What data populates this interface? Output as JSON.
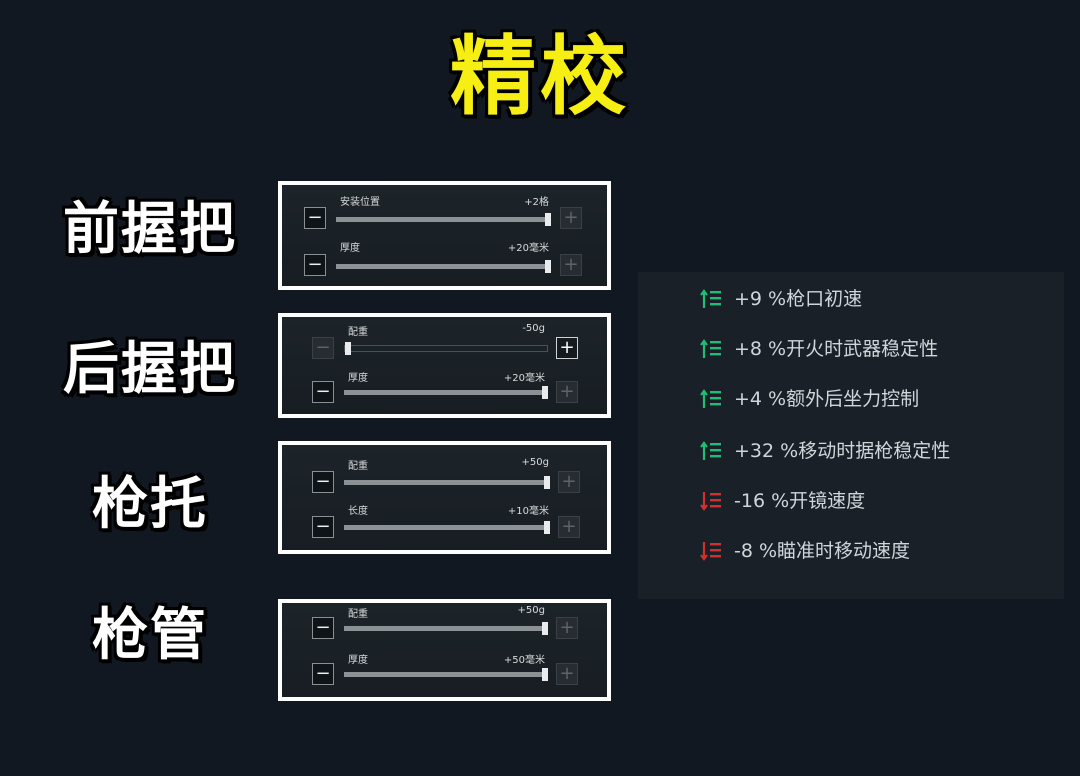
{
  "title": "精校",
  "colors": {
    "title": "#f7ef14",
    "up": "#1fbe73",
    "down": "#d0312f"
  },
  "sections": [
    {
      "label": "前握把",
      "rows": [
        {
          "label": "安装位置",
          "value": "+2格",
          "level": 1.0,
          "minus": "−",
          "plus": "+"
        },
        {
          "label": "厚度",
          "value": "+20毫米",
          "level": 1.0,
          "minus": "−",
          "plus": "+"
        }
      ]
    },
    {
      "label": "后握把",
      "rows": [
        {
          "label": "配重",
          "value": "-50g",
          "level": 0.0,
          "minus": "−",
          "plus": "+"
        },
        {
          "label": "厚度",
          "value": "+20毫米",
          "level": 1.0,
          "minus": "−",
          "plus": "+"
        }
      ]
    },
    {
      "label": "枪托",
      "rows": [
        {
          "label": "配重",
          "value": "+50g",
          "level": 1.0,
          "minus": "−",
          "plus": "+"
        },
        {
          "label": "长度",
          "value": "+10毫米",
          "level": 1.0,
          "minus": "−",
          "plus": "+"
        }
      ]
    },
    {
      "label": "枪管",
      "rows": [
        {
          "label": "配重",
          "value": "+50g",
          "level": 1.0,
          "minus": "−",
          "plus": "+"
        },
        {
          "label": "厚度",
          "value": "+50毫米",
          "level": 1.0,
          "minus": "−",
          "plus": "+"
        }
      ]
    }
  ],
  "stats": [
    {
      "text": "+9 %枪口初速",
      "direction": "up",
      "icon": "stat-up-icon"
    },
    {
      "text": "+8 %开火时武器稳定性",
      "direction": "up",
      "icon": "stat-up-icon"
    },
    {
      "text": "+4 %额外后坐力控制",
      "direction": "up",
      "icon": "stat-up-icon"
    },
    {
      "text": "+32 %移动时据枪稳定性",
      "direction": "up",
      "icon": "stat-up-icon"
    },
    {
      "text": "-16 %开镜速度",
      "direction": "down",
      "icon": "stat-down-icon"
    },
    {
      "text": "-8 %瞄准时移动速度",
      "direction": "down",
      "icon": "stat-down-icon"
    }
  ]
}
